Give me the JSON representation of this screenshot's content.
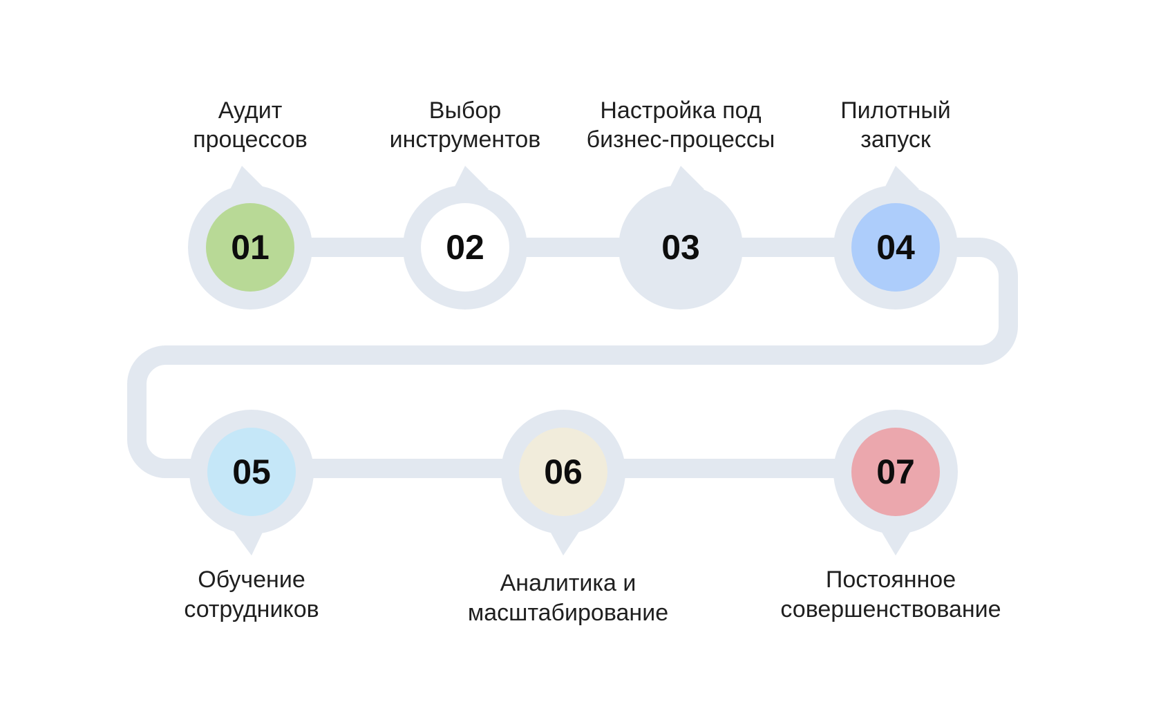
{
  "colors": {
    "track": "#e2e8f0",
    "text": "#1f1f1f",
    "number": "#0d0d0d"
  },
  "steps": [
    {
      "number": "01",
      "label_line1": "Аудит",
      "label_line2": "процессов",
      "fill": "#b8d996"
    },
    {
      "number": "02",
      "label_line1": "Выбор",
      "label_line2": "инструментов",
      "fill": "#ffffff"
    },
    {
      "number": "03",
      "label_line1": "Настройка под",
      "label_line2": "бизнес-процессы",
      "fill": "#e2e8f0"
    },
    {
      "number": "04",
      "label_line1": "Пилотный",
      "label_line2": "запуск",
      "fill": "#adcdfb"
    },
    {
      "number": "05",
      "label_line1": "Обучение",
      "label_line2": "сотрудников",
      "fill": "#c5e7f8"
    },
    {
      "number": "06",
      "label_line1": "Аналитика и",
      "label_line2": "масштабирование",
      "fill": "#f1ecdb"
    },
    {
      "number": "07",
      "label_line1": "Постоянное",
      "label_line2": "совершенствование",
      "fill": "#eba7ad"
    }
  ]
}
